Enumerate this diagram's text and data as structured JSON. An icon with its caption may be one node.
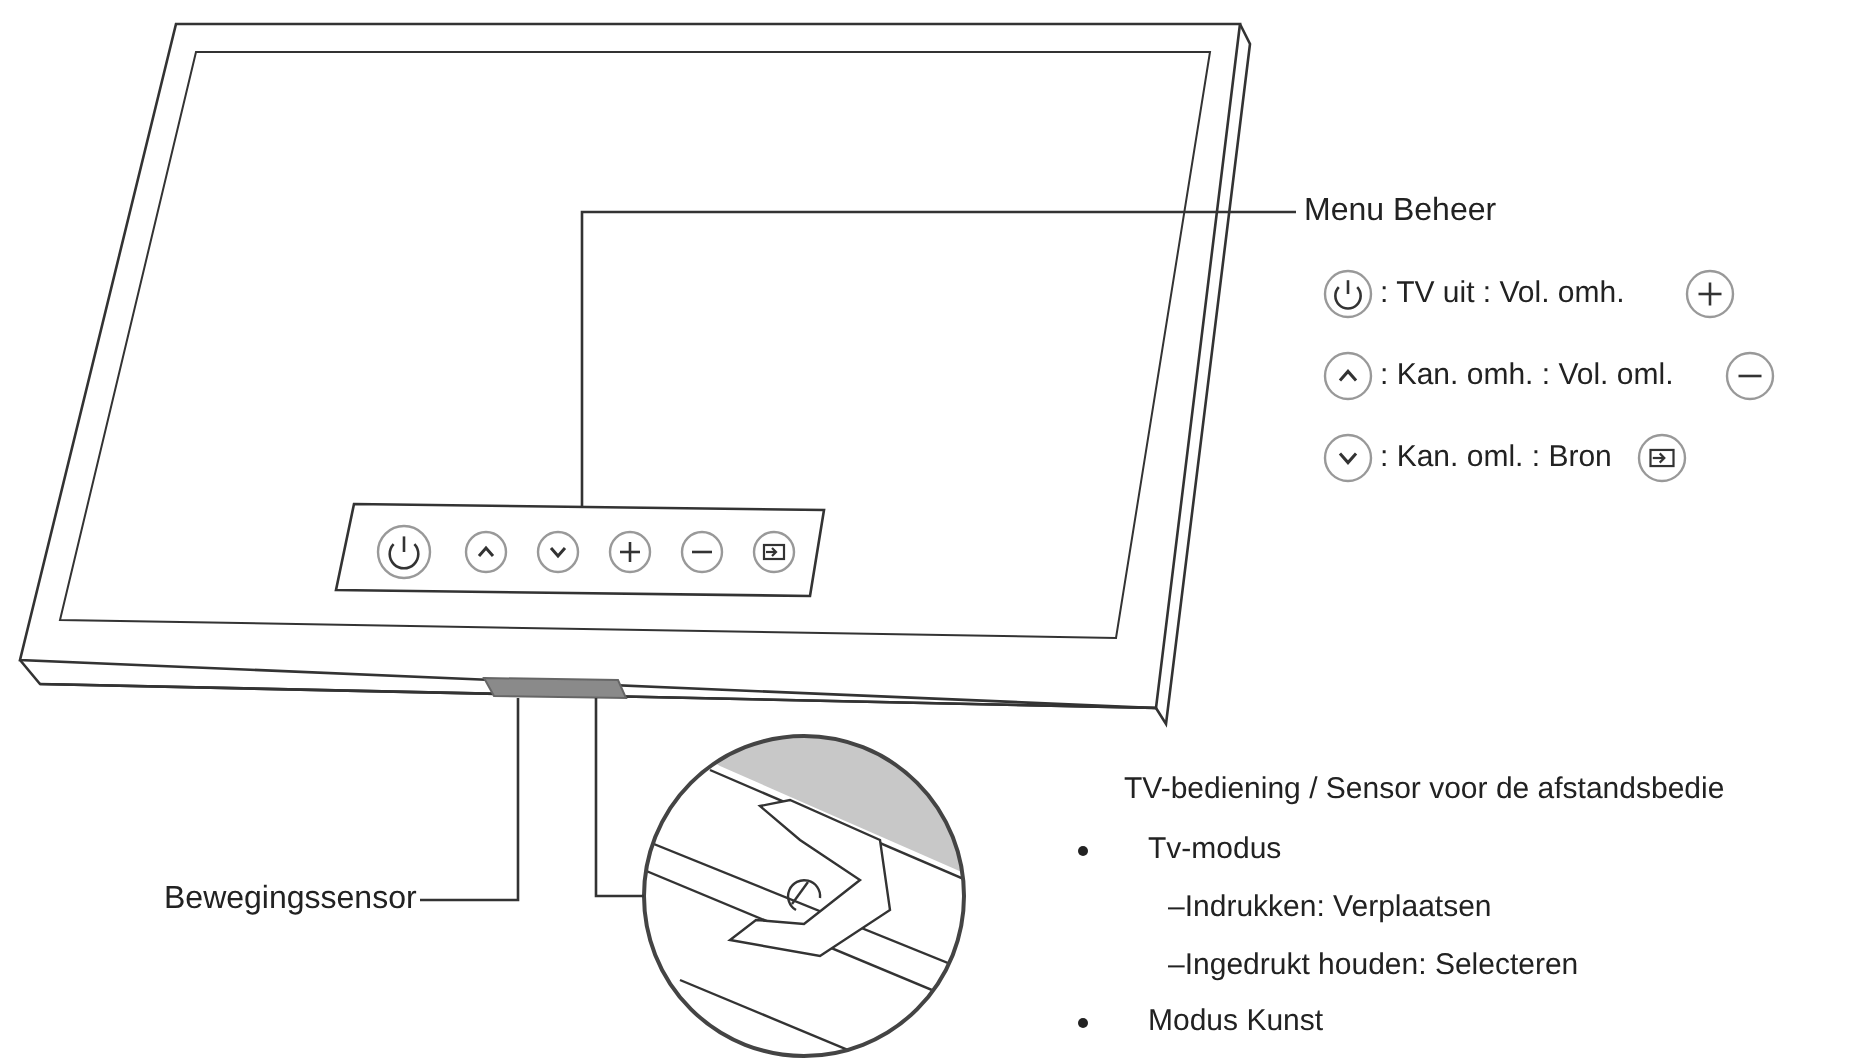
{
  "diagram": {
    "nodes": [
      {
        "text": [
          "Menu Beheer"
        ]
      },
      {
        "text": [],
        "shape": "box"
      },
      {
        "text": [
          "Bewegingssensor"
        ]
      },
      {
        "text": [],
        "shape": "bar"
      },
      {
        "text": [],
        "shape": "picture"
      }
    ],
    "edges": [
      {
        "from": 0,
        "to": 1,
        "arrow": "none"
      },
      {
        "from": 2,
        "to": 3,
        "arrow": "none"
      },
      {
        "from": 4,
        "to": 3,
        "arrow": "none"
      }
    ],
    "labels": [
      ": TV uit : Vol. omh.",
      ": Kan. omh. : Vol. oml.",
      ": Kan. oml. : Bron",
      "TV-bediening / Sensor voor de afstandsbedie",
      "Tv-modus",
      "–Indrukken: Verplaatsen",
      "–Ingedrukt houden: Selecteren",
      "Modus Kunst"
    ]
  }
}
